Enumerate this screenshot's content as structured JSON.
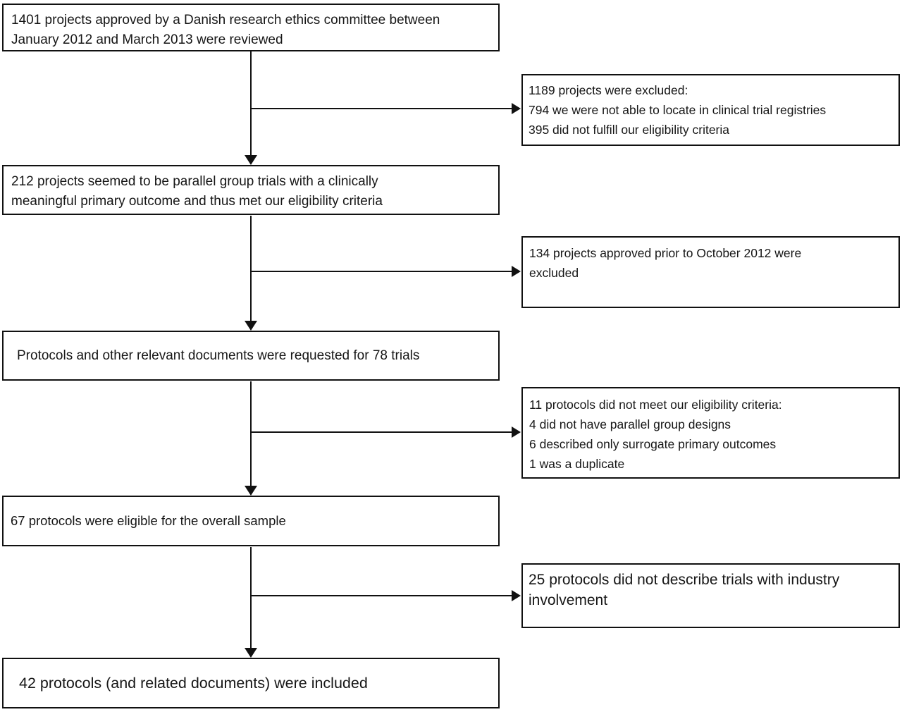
{
  "diagram": {
    "type": "flowchart",
    "colors": {
      "background": "#ffffff",
      "box_border": "#111111",
      "connector": "#111111",
      "text": "#161616"
    },
    "main_flow": [
      {
        "id": "reviewed",
        "lines": [
          "1401 projects approved by a Danish research ethics committee between",
          "January 2012 and March 2013 were reviewed"
        ]
      },
      {
        "id": "met-eligibility",
        "lines": [
          "212 projects seemed to be parallel group trials with a clinically",
          "meaningful primary outcome and thus met our eligibility criteria"
        ]
      },
      {
        "id": "requested",
        "lines": [
          "Protocols and other relevant documents were requested for 78 trials"
        ]
      },
      {
        "id": "eligible-overall",
        "lines": [
          "67 protocols were eligible for the overall sample"
        ]
      },
      {
        "id": "included",
        "lines": [
          "42 protocols (and related documents) were included"
        ]
      }
    ],
    "exclusions": [
      {
        "id": "excluded-1189",
        "lines": [
          "1189 projects were excluded:",
          "794 we were not able to locate in clinical trial registries",
          "395 did not fulfill our eligibility criteria"
        ]
      },
      {
        "id": "excluded-134",
        "lines": [
          "134 projects approved prior to October 2012 were",
          "excluded"
        ]
      },
      {
        "id": "excluded-11",
        "lines": [
          "11 protocols did not meet our eligibility criteria:",
          "4 did not have parallel group designs",
          "6 described only surrogate primary outcomes",
          "1 was a duplicate"
        ]
      },
      {
        "id": "excluded-25",
        "lines": [
          "25 protocols did not describe trials with industry",
          "involvement"
        ]
      }
    ]
  }
}
